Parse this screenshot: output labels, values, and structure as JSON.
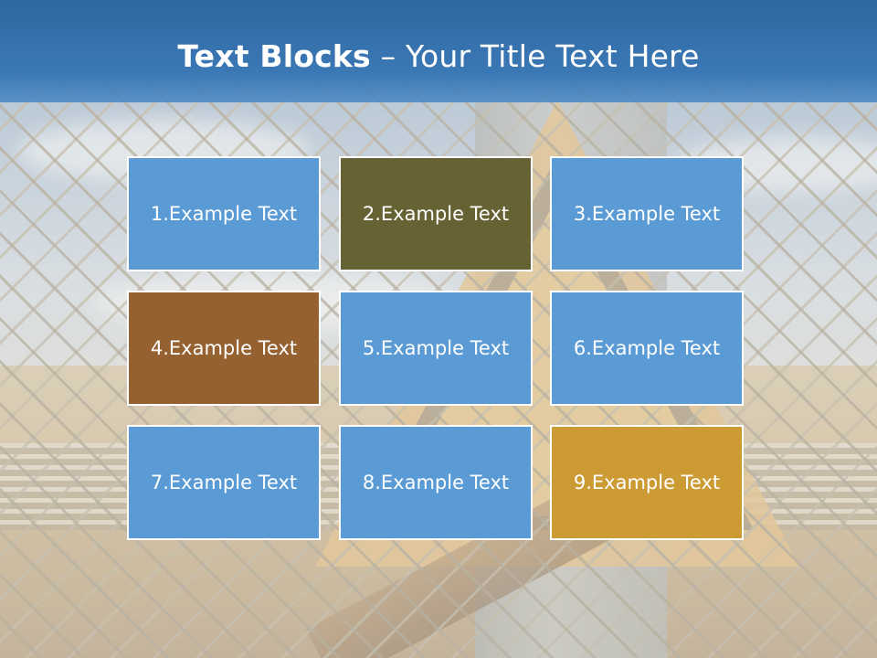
{
  "slide": {
    "title_bold": "Text Blocks",
    "title_separator": " – ",
    "title_rest": "Your Title Text Here"
  },
  "blocks": [
    {
      "label": "1.Example Text",
      "color": "#5b9bd5"
    },
    {
      "label": "2.Example Text",
      "color": "#676233"
    },
    {
      "label": "3.Example Text",
      "color": "#5b9bd5"
    },
    {
      "label": "4.Example Text",
      "color": "#966131"
    },
    {
      "label": "5.Example Text",
      "color": "#5b9bd5"
    },
    {
      "label": "6.Example Text",
      "color": "#5b9bd5"
    },
    {
      "label": "7.Example Text",
      "color": "#5b9bd5"
    },
    {
      "label": "8.Example Text",
      "color": "#5b9bd5"
    },
    {
      "label": "9.Example Text",
      "color": "#cc9b34"
    }
  ],
  "theme": {
    "title_bar_color": "#3572b0",
    "tile_border_color": "#ffffff",
    "text_color": "#ffffff"
  }
}
